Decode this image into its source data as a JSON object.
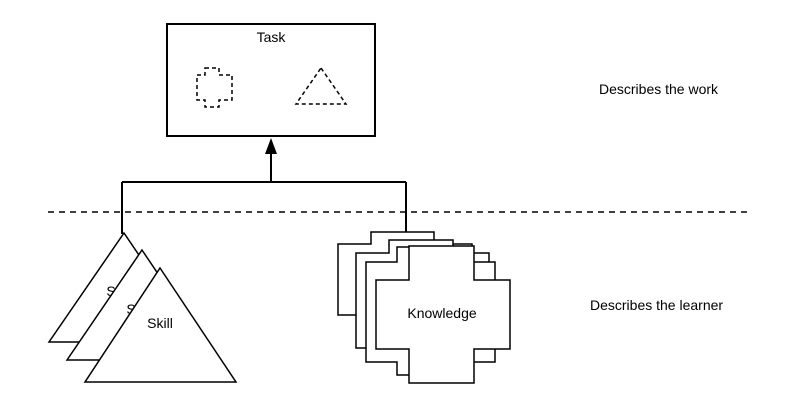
{
  "task": {
    "label": "Task"
  },
  "skill": {
    "label": "Skill",
    "back_label_1": "S",
    "back_label_2": "S"
  },
  "knowledge": {
    "label": "Knowledge"
  },
  "annotations": {
    "work": "Describes the work",
    "learner": "Describes the learner"
  },
  "colors": {
    "stroke": "#000000",
    "fill": "#ffffff"
  }
}
